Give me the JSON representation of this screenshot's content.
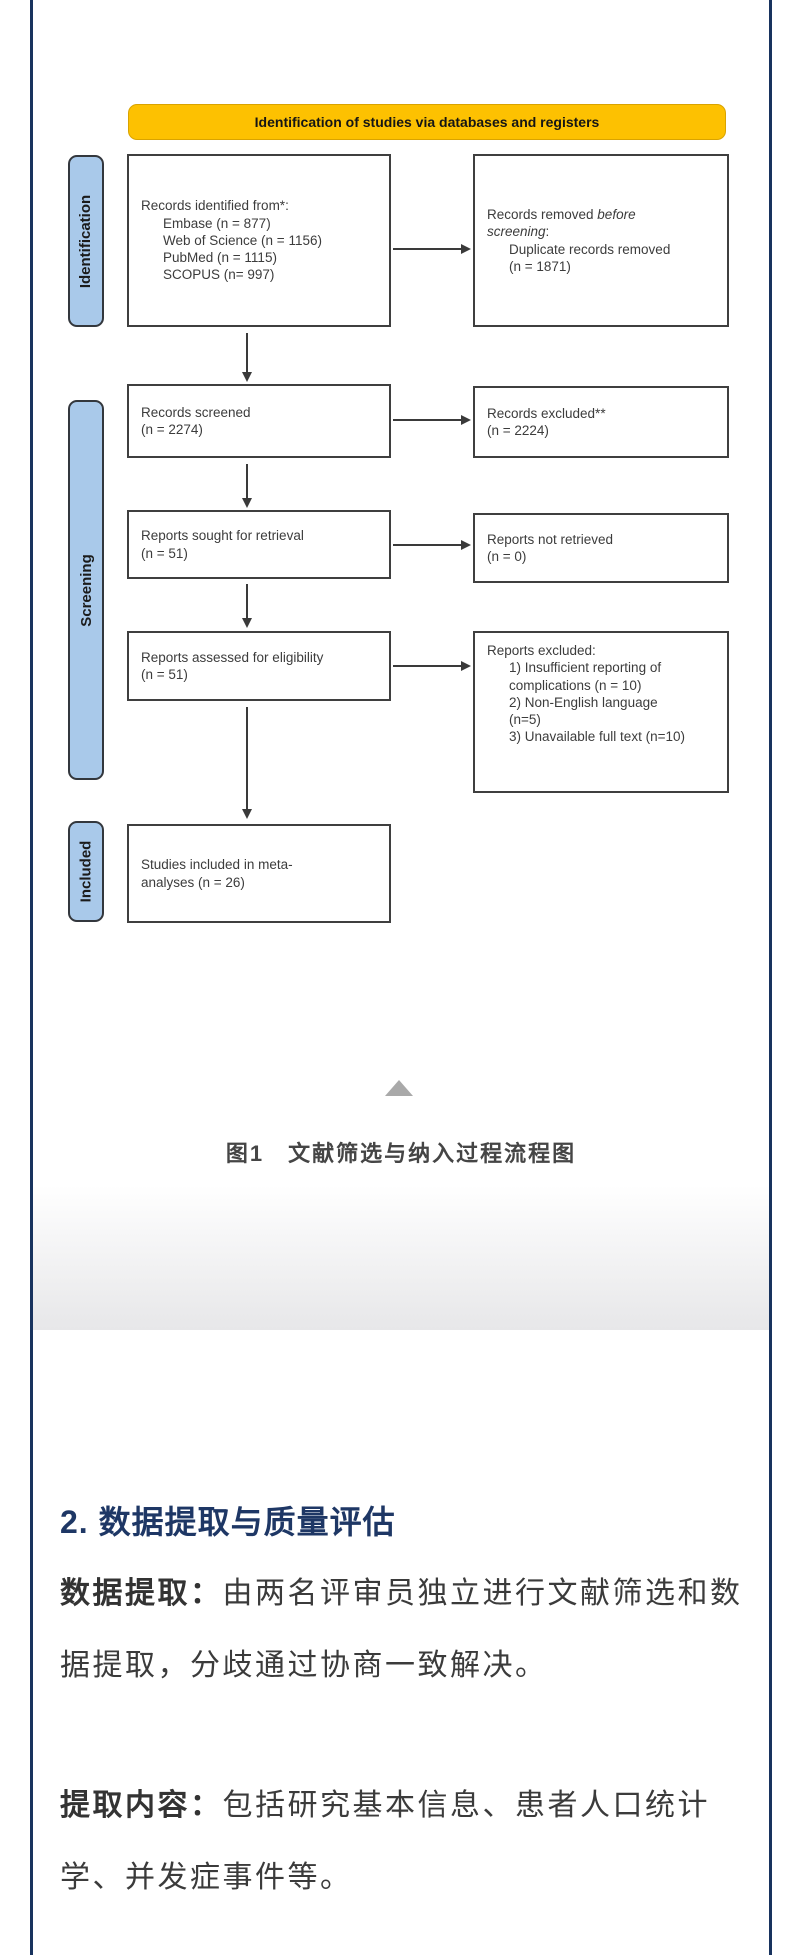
{
  "colors": {
    "page_border_navy": "#18335e",
    "banner_yellow": "#fdc101",
    "stage_tab_blue": "#a9c9ea",
    "heading_navy": "#1e3765",
    "box_border": "#3f3f3f",
    "divider_gray": "#e7e7e9"
  },
  "diagram": {
    "banner": "Identification of studies via databases and registers",
    "stages": [
      {
        "label": "Identification"
      },
      {
        "label": "Screening"
      },
      {
        "label": "Included"
      }
    ],
    "boxes": {
      "identified": {
        "lines": [
          {
            "seg": [
              {
                "t": "Records identified from*:"
              }
            ]
          },
          {
            "seg": [
              {
                "t": "Embase (n = 877)"
              }
            ],
            "ind": true
          },
          {
            "seg": [
              {
                "t": "Web of Science (n = 1156)"
              }
            ],
            "ind": true
          },
          {
            "seg": [
              {
                "t": "PubMed (n = 1115)"
              }
            ],
            "ind": true
          },
          {
            "seg": [
              {
                "t": "SCOPUS (n= 997)"
              }
            ],
            "ind": true
          }
        ]
      },
      "removed": {
        "lines": [
          {
            "seg": [
              {
                "t": "Records removed "
              },
              {
                "t": "before",
                "i": true
              }
            ]
          },
          {
            "seg": [
              {
                "t": "screening",
                "i": true
              },
              {
                "t": ":"
              }
            ]
          },
          {
            "seg": [
              {
                "t": "Duplicate records removed"
              }
            ],
            "ind": true
          },
          {
            "seg": [
              {
                "t": "(n = 1871)"
              }
            ],
            "ind": true
          }
        ]
      },
      "screened": {
        "lines": [
          {
            "seg": [
              {
                "t": "Records screened"
              }
            ]
          },
          {
            "seg": [
              {
                "t": "(n = 2274)"
              }
            ]
          }
        ]
      },
      "excluded": {
        "lines": [
          {
            "seg": [
              {
                "t": "Records excluded**"
              }
            ]
          },
          {
            "seg": [
              {
                "t": "(n = 2224)"
              }
            ]
          }
        ]
      },
      "sought": {
        "lines": [
          {
            "seg": [
              {
                "t": "Reports sought for retrieval"
              }
            ]
          },
          {
            "seg": [
              {
                "t": "(n = 51)"
              }
            ]
          }
        ]
      },
      "not_retrieved": {
        "lines": [
          {
            "seg": [
              {
                "t": "Reports not retrieved"
              }
            ]
          },
          {
            "seg": [
              {
                "t": "(n = 0)"
              }
            ]
          }
        ]
      },
      "assessed": {
        "lines": [
          {
            "seg": [
              {
                "t": "Reports assessed for eligibility"
              }
            ]
          },
          {
            "seg": [
              {
                "t": "(n = 51)"
              }
            ]
          }
        ]
      },
      "reports_excluded": {
        "lines": [
          {
            "seg": [
              {
                "t": "Reports excluded:"
              }
            ]
          },
          {
            "seg": [
              {
                "t": "1) Insufficient reporting of"
              }
            ],
            "ind": true
          },
          {
            "seg": [
              {
                "t": "complications (n = 10)"
              }
            ],
            "ind": true
          },
          {
            "seg": [
              {
                "t": "2) Non-English language"
              }
            ],
            "ind": true
          },
          {
            "seg": [
              {
                "t": "(n=5)"
              }
            ],
            "ind": true
          },
          {
            "seg": [
              {
                "t": "3) Unavailable full text (n=10)"
              }
            ],
            "ind": true
          }
        ]
      },
      "included": {
        "lines": [
          {
            "seg": [
              {
                "t": "Studies included in meta-"
              }
            ]
          },
          {
            "seg": [
              {
                "t": "analyses (n = 26)"
              }
            ]
          }
        ]
      }
    }
  },
  "figure": {
    "caption": "图1　文献筛选与纳入过程流程图"
  },
  "section": {
    "heading": "2. 数据提取与质量评估",
    "paragraphs": [
      {
        "lines": [
          [
            {
              "t": "数据提取：",
              "b": true
            },
            {
              "t": "由两名评审员独立进行文献筛选和数"
            }
          ],
          [
            {
              "t": "据提取，分歧通过协商一致解决。"
            }
          ]
        ]
      },
      {
        "lines": [
          [
            {
              "t": "提取内容：",
              "b": true
            },
            {
              "t": "包括研究基本信息、患者人口统计"
            }
          ],
          [
            {
              "t": "学、并发症事件等。"
            }
          ]
        ]
      }
    ]
  }
}
